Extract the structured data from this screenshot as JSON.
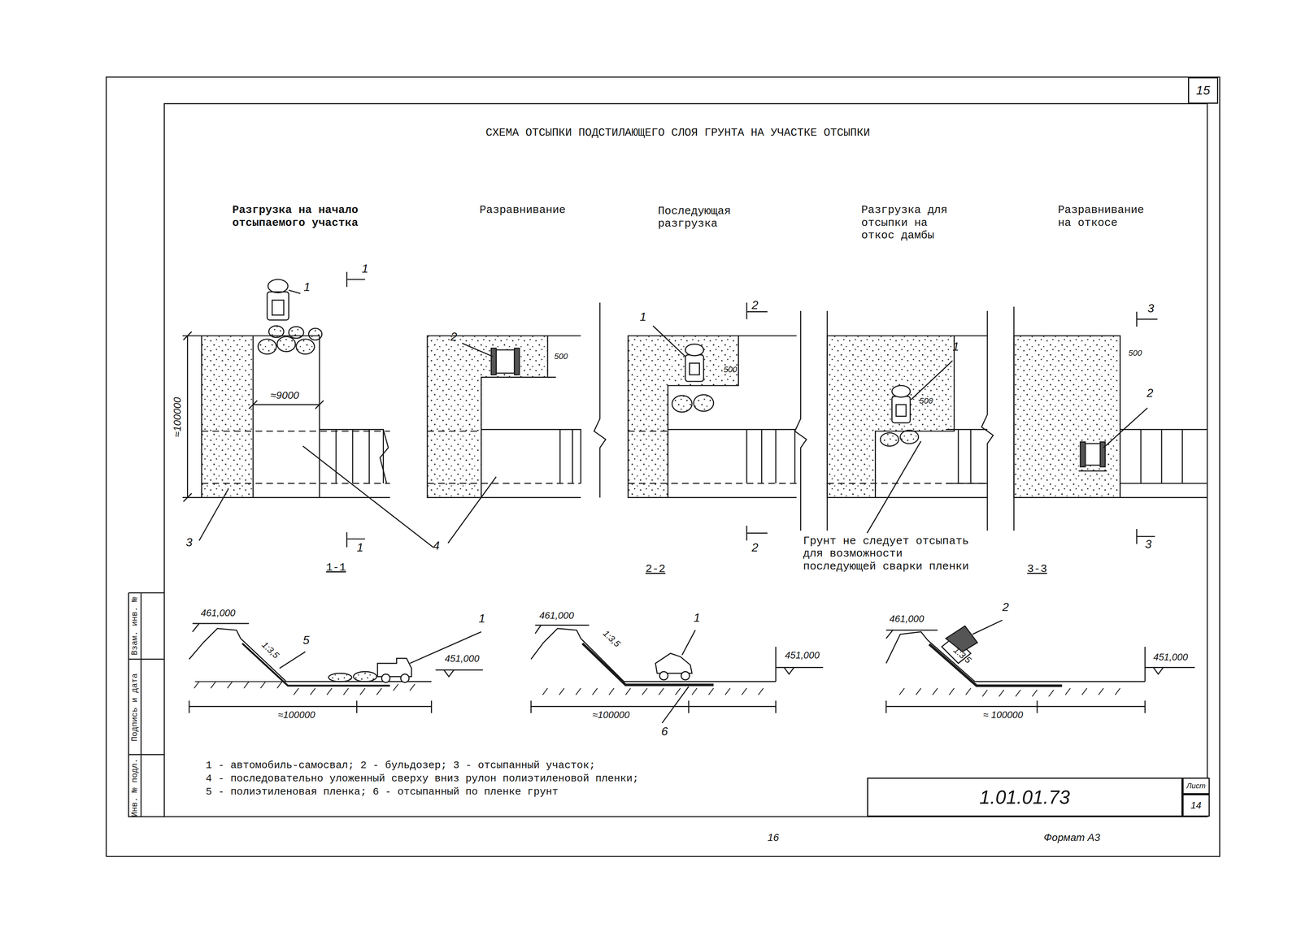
{
  "diagram": {
    "title": "СХЕМА ОТСЫПКИ ПОДСТИЛАЮЩЕГО СЛОЯ ГРУНТА НА УЧАСТКЕ ОТСЫПКИ",
    "nodes": [
      {
        "text": [
          "15"
        ]
      },
      {
        "text": [
          "1.01.01.73"
        ]
      },
      {
        "text": [
          "Лист"
        ]
      },
      {
        "text": [
          "14"
        ]
      }
    ],
    "labels": [
      "Разгрузка на начало отсыпаемого участка",
      "Разравнивание",
      "Последующая разгрузка",
      "Разгрузка для отсыпки на откос дамбы",
      "Разравнивание на откосе",
      "1",
      "1",
      "≈9000",
      "≈100000",
      "3",
      "4",
      "1",
      "2",
      "500",
      "1",
      "2",
      "500",
      "2",
      "1",
      "500",
      "Грунт не следует отсыпать для возможности последующей сварки пленки",
      "3",
      "500",
      "2",
      "3",
      "1-1",
      "2-2",
      "3-3",
      "461,000",
      "5",
      "1:3,5",
      "1",
      "451,000",
      "≈100000",
      "461,000",
      "1:3,5",
      "1",
      "451,000",
      "≈100000",
      "6",
      "461,000",
      "2",
      "1:3,5",
      "451,000",
      "≈ 100000",
      "1 - автомобиль-самосвал; 2 - бульдозер; 3 - отсыпанный участок;",
      "4 - последовательно уложенный сверху вниз рулон полиэтиленовой пленки;",
      "5 - полиэтиленовая пленка; 6 - отсыпанный по пленке грунт",
      "Инв. № подл.",
      "Подпись и дата",
      "Взам. инв. №",
      "16",
      "Формат А3"
    ]
  }
}
